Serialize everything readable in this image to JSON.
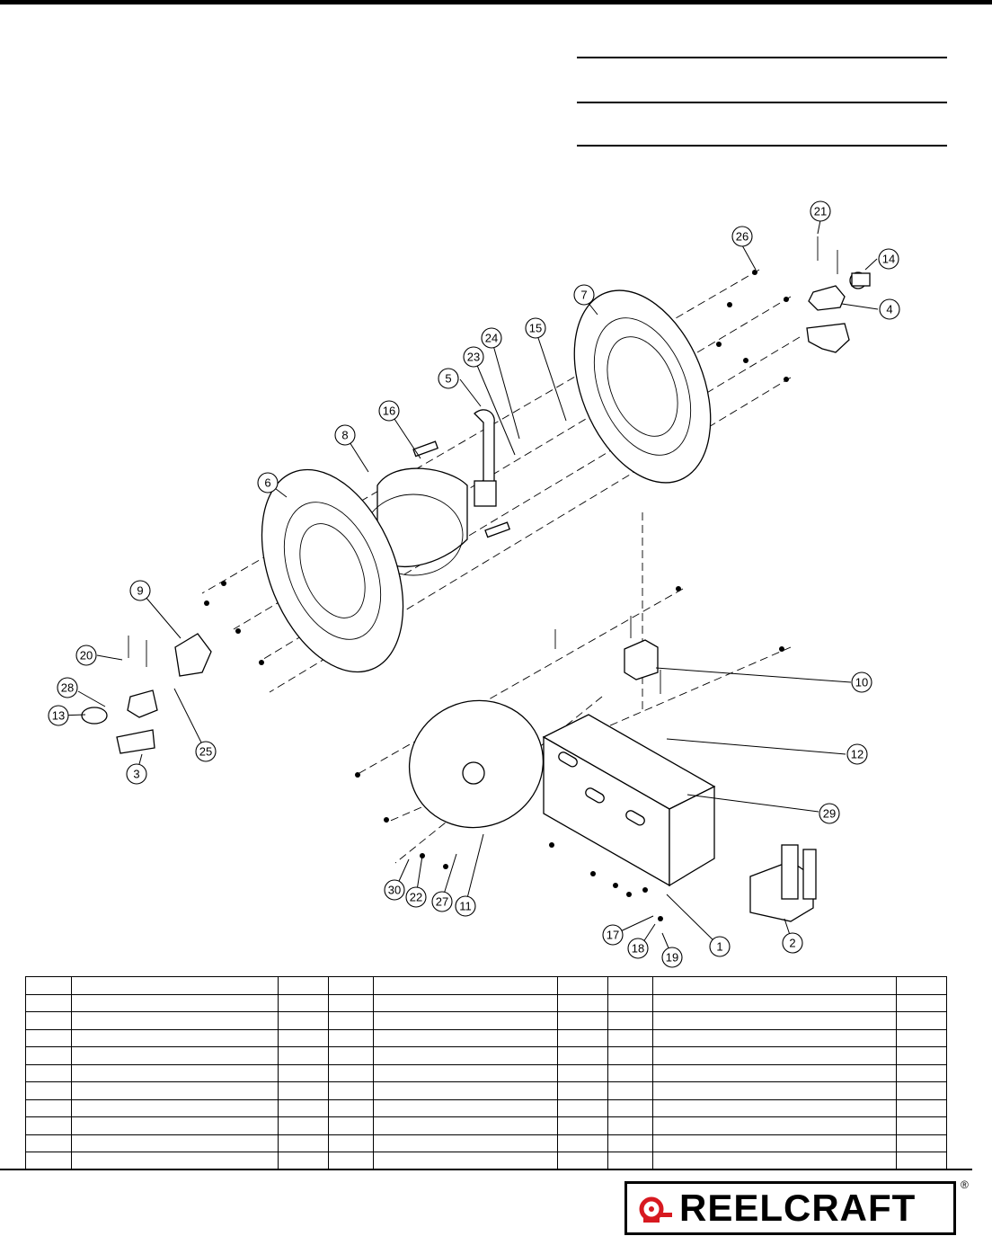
{
  "header": {
    "title": ""
  },
  "blank_fields": [
    "",
    "",
    ""
  ],
  "diagram": {
    "callouts": [
      {
        "label": "1"
      },
      {
        "label": "2"
      },
      {
        "label": "3"
      },
      {
        "label": "4"
      },
      {
        "label": "5"
      },
      {
        "label": "6"
      },
      {
        "label": "7"
      },
      {
        "label": "8"
      },
      {
        "label": "9"
      },
      {
        "label": "10"
      },
      {
        "label": "11"
      },
      {
        "label": "12"
      },
      {
        "label": "13"
      },
      {
        "label": "14"
      },
      {
        "label": "15"
      },
      {
        "label": "16"
      },
      {
        "label": "17"
      },
      {
        "label": "18"
      },
      {
        "label": "19"
      },
      {
        "label": "20"
      },
      {
        "label": "21"
      },
      {
        "label": "22"
      },
      {
        "label": "23"
      },
      {
        "label": "24"
      },
      {
        "label": "25"
      },
      {
        "label": "26"
      },
      {
        "label": "27"
      },
      {
        "label": "28"
      },
      {
        "label": "29"
      },
      {
        "label": "30"
      }
    ]
  },
  "parts_table": {
    "rows": [
      [
        "",
        "",
        "",
        "",
        "",
        "",
        "",
        "",
        ""
      ],
      [
        "",
        "",
        "",
        "",
        "",
        "",
        "",
        "",
        ""
      ],
      [
        "",
        "",
        "",
        "",
        "",
        "",
        "",
        "",
        ""
      ],
      [
        "",
        "",
        "",
        "",
        "",
        "",
        "",
        "",
        ""
      ],
      [
        "",
        "",
        "",
        "",
        "",
        "",
        "",
        "",
        ""
      ],
      [
        "",
        "",
        "",
        "",
        "",
        "",
        "",
        "",
        ""
      ],
      [
        "",
        "",
        "",
        "",
        "",
        "",
        "",
        "",
        ""
      ],
      [
        "",
        "",
        "",
        "",
        "",
        "",
        "",
        "",
        ""
      ],
      [
        "",
        "",
        "",
        "",
        "",
        "",
        "",
        "",
        ""
      ],
      [
        "",
        "",
        "",
        "",
        "",
        "",
        "",
        "",
        ""
      ],
      [
        "",
        "",
        "",
        "",
        "",
        "",
        "",
        "",
        ""
      ]
    ]
  },
  "logo": {
    "text": "REELCRAFT",
    "registered": "®",
    "brand_color": "#d71920"
  }
}
